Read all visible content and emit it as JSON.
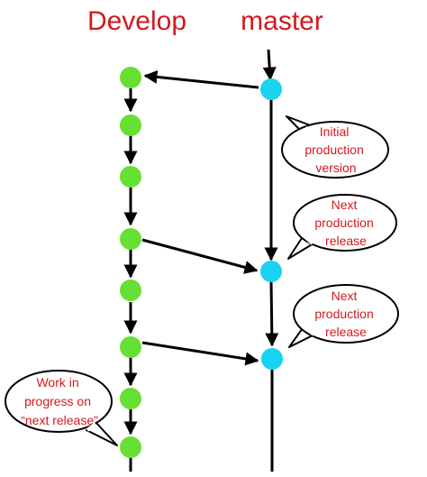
{
  "branches": {
    "develop": {
      "label": "Develop",
      "color": "#66e033"
    },
    "master": {
      "label": "master",
      "color": "#19d3f0"
    }
  },
  "title_color": "#d4181e",
  "callouts": {
    "initial": {
      "lines": [
        "Initial",
        "production",
        "version"
      ]
    },
    "next_release_1": {
      "lines": [
        "Next",
        "production",
        "release"
      ]
    },
    "next_release_2": {
      "lines": [
        "Next",
        "production",
        "release"
      ]
    },
    "work_in_progress": {
      "lines": [
        "Work in",
        "progress on",
        "“next release”"
      ]
    }
  }
}
